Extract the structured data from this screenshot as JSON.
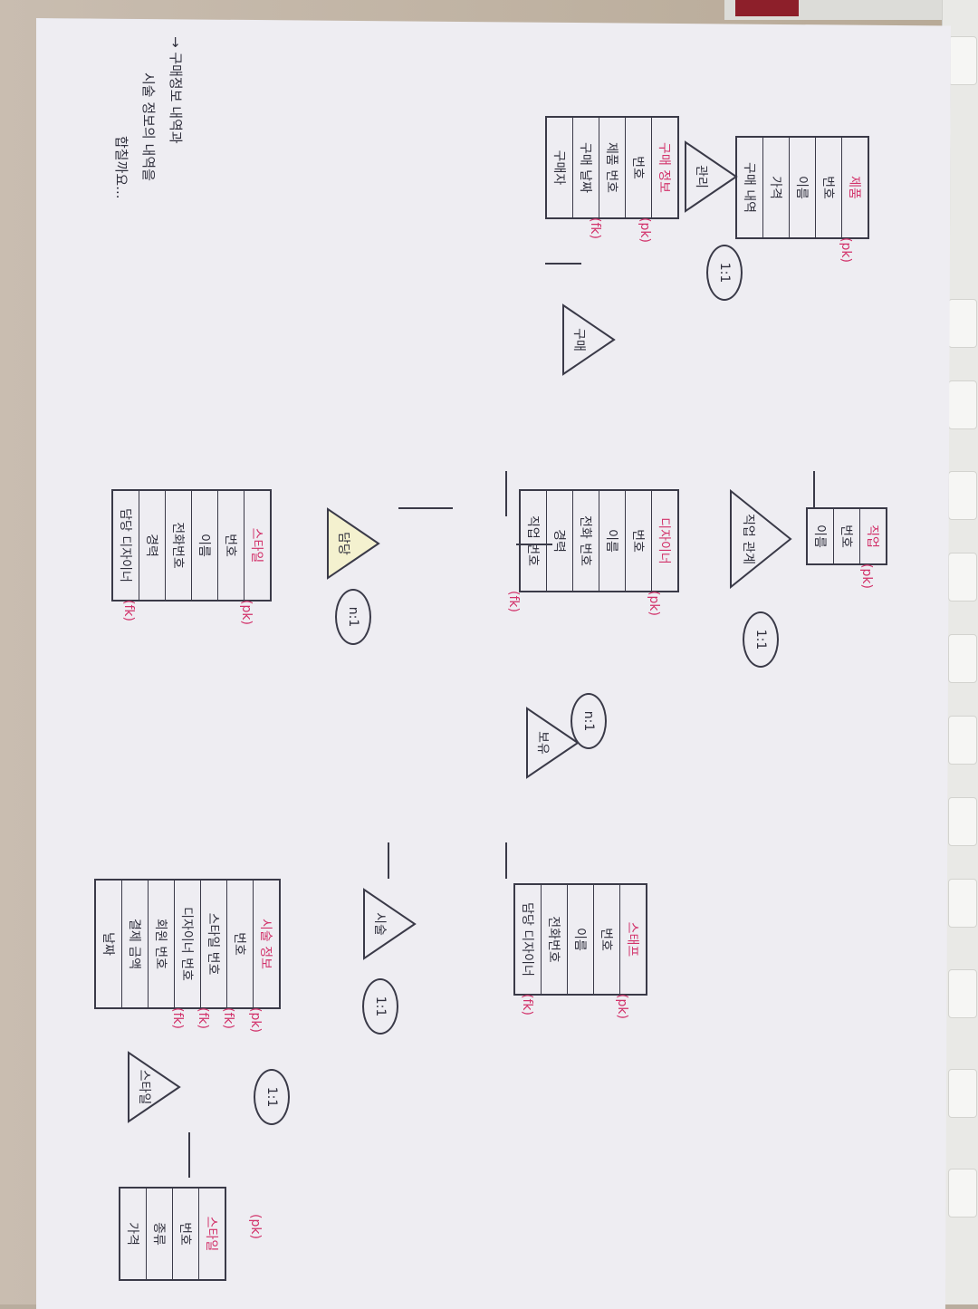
{
  "entities": {
    "product": {
      "title": "제품",
      "rows": [
        "번호",
        "이름",
        "가격",
        "구매 내역"
      ],
      "key_note": "(pk)"
    },
    "purchase_info": {
      "title": "구매 정보",
      "rows": [
        "번호",
        "제품 번호",
        "구매 날짜",
        "구매자"
      ],
      "key_notes": [
        "(pk)",
        "(fk)"
      ]
    },
    "category": {
      "title": "직업",
      "rows": [
        "번호",
        "이름"
      ],
      "key_note": "(pk)"
    },
    "designer": {
      "title": "디자이너",
      "rows": [
        "번호",
        "이름",
        "전화 번호",
        "경력",
        "직업 번호"
      ],
      "key_notes": [
        "(pk)",
        "(fk)"
      ]
    },
    "stylist": {
      "title": "스타일",
      "rows": [
        "번호",
        "이름",
        "전화번호",
        "경력",
        "담당 디자이너"
      ],
      "key_notes": [
        "(pk)",
        "(fk)"
      ]
    },
    "staff": {
      "title": "스태프",
      "rows": [
        "번호",
        "이름",
        "전화번호",
        "담당 디자이너"
      ],
      "key_notes": [
        "(pk)",
        "(fk)"
      ]
    },
    "treatment_info": {
      "title": "시술 정보",
      "rows": [
        "번호",
        "스타일 번호",
        "디자이너 번호",
        "회원 번호",
        "결제 금액",
        "날짜"
      ],
      "key_notes": [
        "(pk)",
        "(fk)",
        "(fk)",
        "(fk)"
      ]
    },
    "style": {
      "title": "스타일",
      "rows": [
        "번호",
        "종류",
        "가격"
      ],
      "key_note": "(pk)"
    }
  },
  "relations": {
    "r1": {
      "label": "관리",
      "card": "1:1"
    },
    "r2": {
      "label": "구매",
      "card": ""
    },
    "r3": {
      "label": "직업 관계",
      "card": "1:1"
    },
    "r4": {
      "label": "보유",
      "card": "n:1"
    },
    "r5": {
      "label": "담당",
      "card": "n:1"
    },
    "r6": {
      "label": "시술",
      "card": "1:1"
    },
    "r7": {
      "label": "스타일",
      "card": "1:1"
    }
  },
  "notes": {
    "line1": "→ 구매정보 내역과",
    "line2": "시술 정보의 내역을",
    "line3": "합칠까요..."
  }
}
